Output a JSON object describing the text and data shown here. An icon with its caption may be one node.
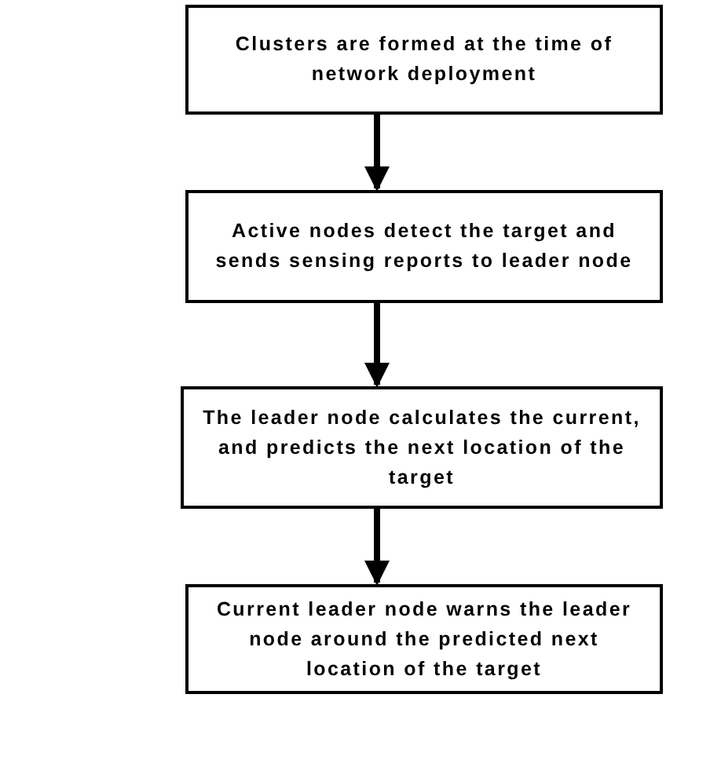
{
  "diagram": {
    "nodes": [
      {
        "text": [
          "Clusters are formed at the time of network deployment"
        ]
      },
      {
        "text": [
          "Active nodes detect the target and sends sensing reports to leader node"
        ]
      },
      {
        "text": [
          "The leader node calculates the current, and predicts the next location of the target"
        ]
      },
      {
        "text": [
          "Current leader node warns the leader node around the predicted next location of the target"
        ]
      }
    ],
    "edges": [
      {
        "from": 0,
        "to": 1,
        "arrow": "to"
      },
      {
        "from": 1,
        "to": 2,
        "arrow": "to"
      },
      {
        "from": 2,
        "to": 3,
        "arrow": "to"
      }
    ]
  }
}
